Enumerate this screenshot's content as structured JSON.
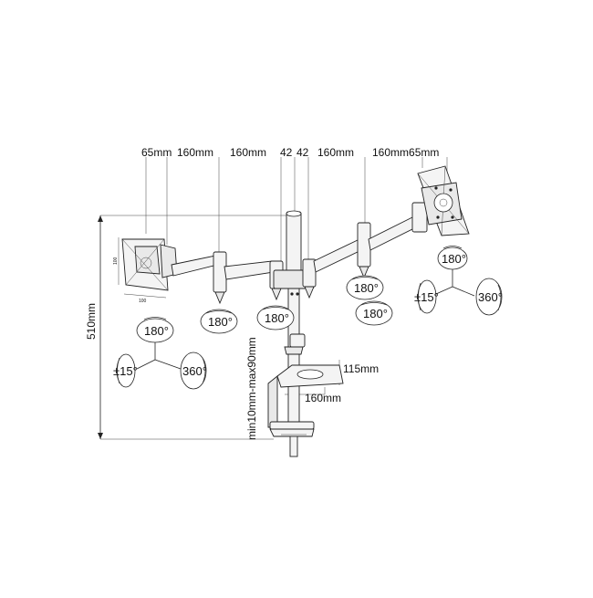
{
  "dimensions": {
    "vesa_left": "65mm",
    "arm_left_outer": "160mm",
    "arm_left_inner": "160mm",
    "pole_left": "42",
    "pole_right": "42",
    "arm_right_inner": "160mm",
    "arm_right_outer_and_vesa": "160mm65mm",
    "total_height": "510mm",
    "clamp_range": "min10mm-max90mm",
    "base_width": "115mm",
    "base_depth": "160mm",
    "small_plate_w": "100",
    "small_plate_h": "100"
  },
  "angles": {
    "right_tilt_top": "180°",
    "right_swivel": "±15°",
    "right_rotate": "360°",
    "left_tilt_top": "180°",
    "left_swivel": "±15°",
    "left_rotate": "360°",
    "joint_1": "180°",
    "joint_2": "180°",
    "joint_3": "180°",
    "joint_4": "180°"
  }
}
